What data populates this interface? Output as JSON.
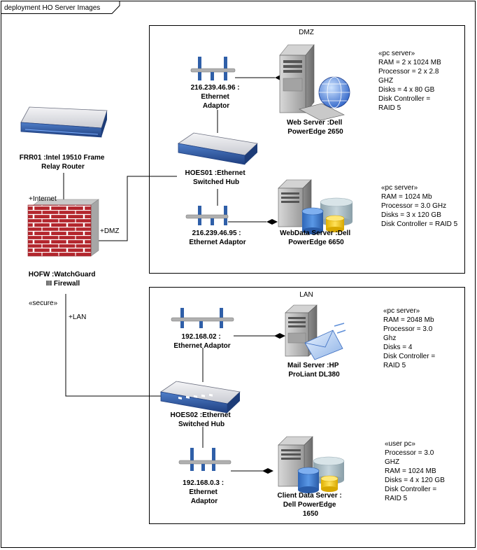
{
  "frame": {
    "title": "deployment HO Server Images"
  },
  "zones": {
    "dmz": {
      "label": "DMZ"
    },
    "lan": {
      "label": "LAN"
    }
  },
  "nodes": {
    "router": {
      "lines": [
        "FRR01 :Intel 19510 Frame",
        "Relay Router"
      ]
    },
    "firewall": {
      "lines": [
        "HOFW :WatchGuard",
        "III Firewall"
      ]
    },
    "hub1": {
      "lines": [
        "HOES01 :Ethernet",
        "Switched Hub"
      ]
    },
    "hub2": {
      "lines": [
        "HOES02 :Ethernet",
        "Switched Hub"
      ]
    },
    "adaptor_dmz1": {
      "lines": [
        "216.239.46.96 :",
        "Ethernet",
        "Adaptor"
      ]
    },
    "adaptor_dmz2": {
      "lines": [
        "216.239.46.95 :",
        "Ethernet Adaptor"
      ]
    },
    "adaptor_lan1": {
      "lines": [
        "192.168.02 :",
        "Ethernet Adaptor"
      ]
    },
    "adaptor_lan2": {
      "lines": [
        "192.168.0.3 :",
        "Ethernet",
        "Adaptor"
      ]
    },
    "web_server": {
      "lines": [
        "Web Server :Dell",
        "PowerEdge 2650"
      ]
    },
    "webdata_server": {
      "lines": [
        "WebData Server :Dell",
        "PowerEdge 6650"
      ]
    },
    "mail_server": {
      "lines": [
        "Mail Server :HP",
        "ProLiant DL380"
      ]
    },
    "client_server": {
      "lines": [
        "Client Data Server :",
        "Dell PowerEdge",
        "1650"
      ]
    }
  },
  "edge_labels": {
    "internet": "+Internet",
    "dmz": "+DMZ",
    "lan": "+LAN",
    "secure": "«secure»"
  },
  "notes": {
    "web_server": [
      "«pc server»",
      "RAM = 2 x 1024 MB",
      "Processor = 2 x 2.8",
      "GHZ",
      "Disks = 4 x 80 GB",
      "Disk Controller =",
      "RAID 5"
    ],
    "webdata_server": [
      "«pc server»",
      "RAM = 1024 Mb",
      "Processor = 3.0 GHz",
      "Disks = 3 x 120 GB",
      "Disk Controller = RAID 5"
    ],
    "mail_server": [
      "«pc server»",
      "RAM = 2048 Mb",
      "Processor = 3.0",
      "Ghz",
      "Disks = 4",
      "Disk Controller =",
      "RAID 5"
    ],
    "client_server": [
      "«user pc»",
      "Processor = 3.0",
      "GHZ",
      "RAM = 1024 MB",
      "Disks = 4 x 120 GB",
      "Disk Controller =",
      "RAID 5"
    ]
  },
  "colors": {
    "line": "#000000",
    "brick": "#b3262d",
    "mortar": "#ffffff",
    "device_blue": "#2a5aa8",
    "adaptor_bar": "#b0b0b0",
    "adaptor_post": "#2f5fa8",
    "server_body": "#b9b9b9",
    "disk_blue": "#3f7fd0",
    "disk_yellow": "#f2c81e",
    "disk_gray": "#a9bcc4"
  }
}
